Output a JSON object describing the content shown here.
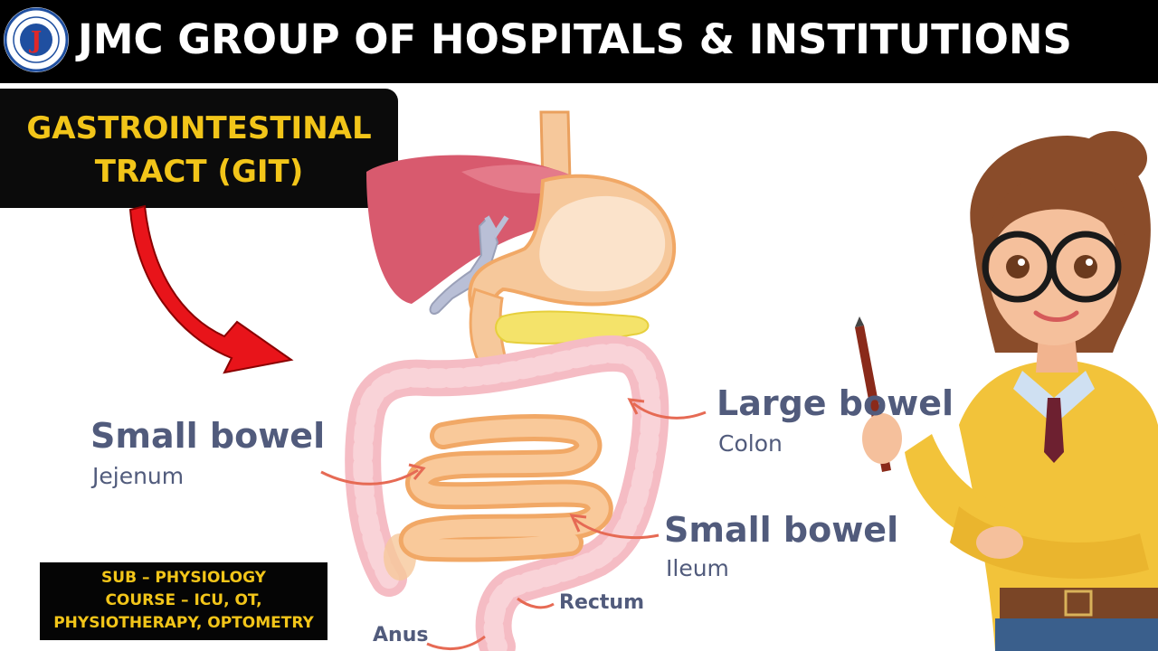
{
  "header": {
    "title": "JMC GROUP OF HOSPITALS & INSTITUTIONS",
    "logo_letter": "J",
    "background": "#000000"
  },
  "topic": {
    "line1": "GASTROINTESTINAL",
    "line2": "TRACT (GIT)",
    "text_color": "#f2c519"
  },
  "labels": {
    "small_bowel_jejunum": {
      "title": "Small bowel",
      "sub": "Jejenum"
    },
    "large_bowel": {
      "title": "Large bowel",
      "sub": "Colon"
    },
    "small_bowel_ileum": {
      "title": "Small bowel",
      "sub": "Ileum"
    },
    "rectum": "Rectum",
    "anus": "Anus"
  },
  "info": {
    "line1": "SUB – PHYSIOLOGY",
    "line2": "COURSE – ICU, OT,",
    "line3": "PHYSIOTHERAPY, OPTOMETRY"
  },
  "colors": {
    "label": "#515b7c",
    "arrow_red": "#e8141a",
    "intestine_pink": "#f5bcc4",
    "small_intestine_orange": "#f7b77a",
    "liver": "#d85a6e",
    "pancreas": "#f4e36a",
    "presenter_sweater": "#f2c33a"
  },
  "icons": {
    "logo": "hospital-seal-icon",
    "pointer_arrow": "curved-red-arrow-icon"
  }
}
